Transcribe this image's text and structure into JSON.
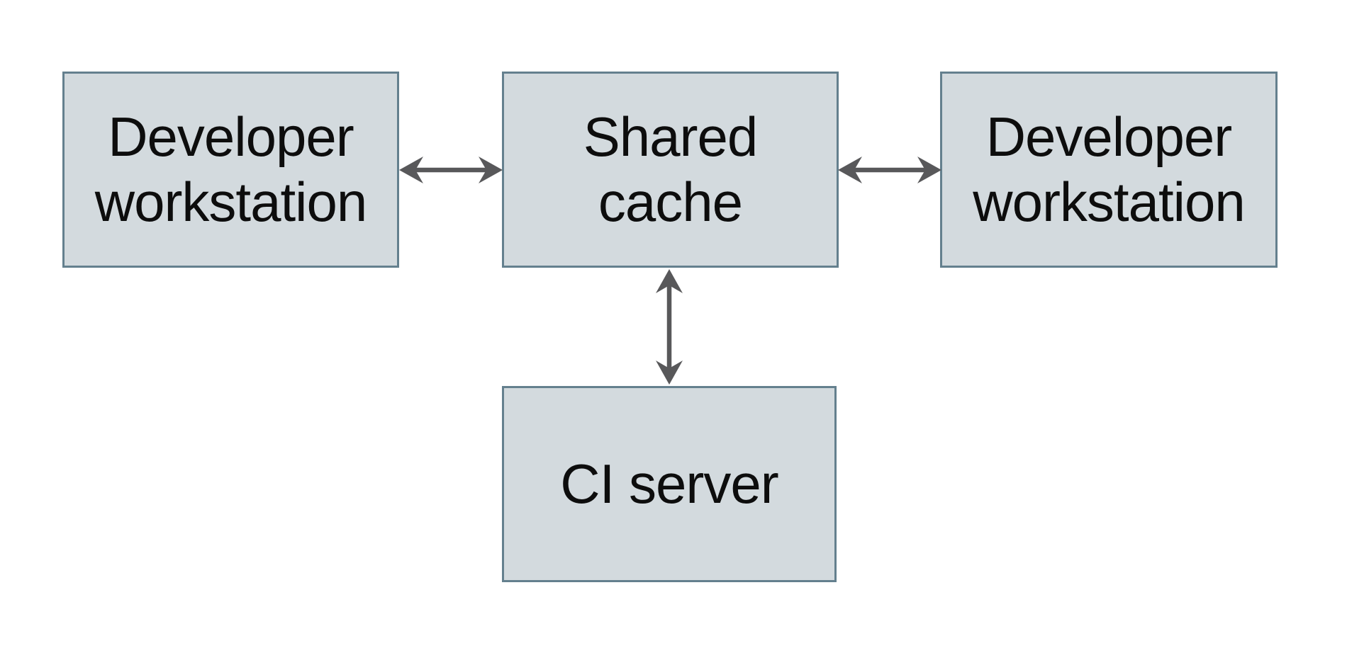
{
  "diagram": {
    "type": "architecture-diagram",
    "background": "#ffffff"
  },
  "colors": {
    "node_fill": "#d3dade",
    "node_border": "#64808e",
    "arrow": "#58585a",
    "text": "#0d0d0d"
  },
  "nodes": {
    "dev_left": {
      "line1": "Developer",
      "line2": "workstation"
    },
    "shared_cache": {
      "line1": "Shared",
      "line2": "cache"
    },
    "dev_right": {
      "line1": "Developer",
      "line2": "workstation"
    },
    "ci_server": {
      "line1": "CI server"
    }
  },
  "edges": [
    {
      "from": "dev_left",
      "to": "shared_cache",
      "direction": "bidirectional"
    },
    {
      "from": "shared_cache",
      "to": "dev_right",
      "direction": "bidirectional"
    },
    {
      "from": "shared_cache",
      "to": "ci_server",
      "direction": "bidirectional"
    }
  ]
}
